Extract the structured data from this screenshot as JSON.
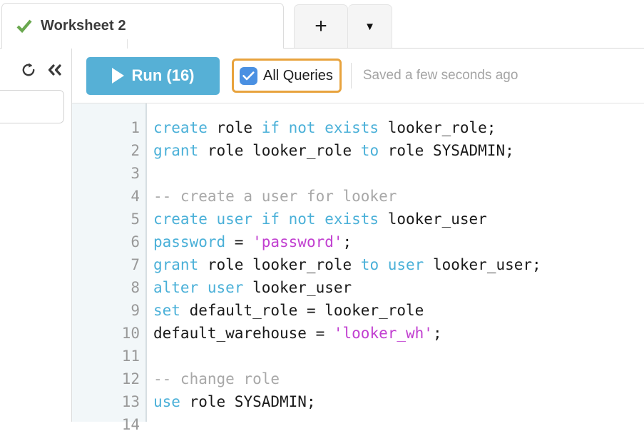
{
  "window": {
    "app": "snowflake-worksheet"
  },
  "tabbar": {
    "worksheet_tab": {
      "label": "Worksheet 2",
      "status_icon": "green-check-icon",
      "status_color": "#6aa84f"
    },
    "add_tab_label": "+",
    "menu_tab_label": "▼"
  },
  "leftrail": {
    "refresh_icon": "refresh-icon",
    "collapse_icon": "double-chevron-left-icon",
    "search_value": "",
    "search_placeholder": ""
  },
  "toolbar": {
    "run_label": "Run (16)",
    "run_icon": "play-triangle-icon",
    "run_color": "#56b0d6",
    "all_queries_label": "All Queries",
    "all_queries_checked": true,
    "all_queries_checkbox_color": "#4a90e2",
    "all_queries_focus_color": "#e8a33d",
    "saved_status": "Saved a few seconds ago"
  },
  "editor": {
    "gutter_bg": "#f2f7f9",
    "keyword_color": "#4ab0d8",
    "string_color": "#c13fd0",
    "comment_color": "#a8a8a8",
    "text_color": "#1a1a1a",
    "line_numbers": [
      "1",
      "2",
      "3",
      "4",
      "5",
      "6",
      "7",
      "8",
      "9",
      "10",
      "11",
      "12",
      "13",
      "14"
    ],
    "lines": [
      {
        "n": "1",
        "tokens": [
          {
            "t": "create",
            "c": "kw"
          },
          {
            "t": " role ",
            "c": "cl"
          },
          {
            "t": "if not exists",
            "c": "kw"
          },
          {
            "t": " looker_role;",
            "c": "cl"
          }
        ]
      },
      {
        "n": "2",
        "tokens": [
          {
            "t": "grant",
            "c": "kw"
          },
          {
            "t": " role looker_role ",
            "c": "cl"
          },
          {
            "t": "to",
            "c": "kw"
          },
          {
            "t": " role SYSADMIN;",
            "c": "cl"
          }
        ]
      },
      {
        "n": "3",
        "tokens": []
      },
      {
        "n": "4",
        "tokens": [
          {
            "t": "-- create a user for looker",
            "c": "cmt"
          }
        ]
      },
      {
        "n": "5",
        "tokens": [
          {
            "t": "create user if not exists",
            "c": "kw"
          },
          {
            "t": " looker_user",
            "c": "cl"
          }
        ]
      },
      {
        "n": "6",
        "tokens": [
          {
            "t": "password",
            "c": "kw"
          },
          {
            "t": " = ",
            "c": "cl"
          },
          {
            "t": "'password'",
            "c": "str"
          },
          {
            "t": ";",
            "c": "cl"
          }
        ]
      },
      {
        "n": "7",
        "tokens": [
          {
            "t": "grant",
            "c": "kw"
          },
          {
            "t": " role looker_role ",
            "c": "cl"
          },
          {
            "t": "to user",
            "c": "kw"
          },
          {
            "t": " looker_user;",
            "c": "cl"
          }
        ]
      },
      {
        "n": "8",
        "tokens": [
          {
            "t": "alter user",
            "c": "kw"
          },
          {
            "t": " looker_user",
            "c": "cl"
          }
        ]
      },
      {
        "n": "9",
        "tokens": [
          {
            "t": "set",
            "c": "kw"
          },
          {
            "t": " default_role = looker_role",
            "c": "cl"
          }
        ]
      },
      {
        "n": "10",
        "tokens": [
          {
            "t": "default_warehouse = ",
            "c": "cl"
          },
          {
            "t": "'looker_wh'",
            "c": "str"
          },
          {
            "t": ";",
            "c": "cl"
          }
        ]
      },
      {
        "n": "11",
        "tokens": []
      },
      {
        "n": "12",
        "tokens": [
          {
            "t": "-- change role",
            "c": "cmt"
          }
        ]
      },
      {
        "n": "13",
        "tokens": [
          {
            "t": "use",
            "c": "kw"
          },
          {
            "t": " role SYSADMIN;",
            "c": "cl"
          }
        ]
      },
      {
        "n": "14",
        "tokens": []
      }
    ]
  }
}
